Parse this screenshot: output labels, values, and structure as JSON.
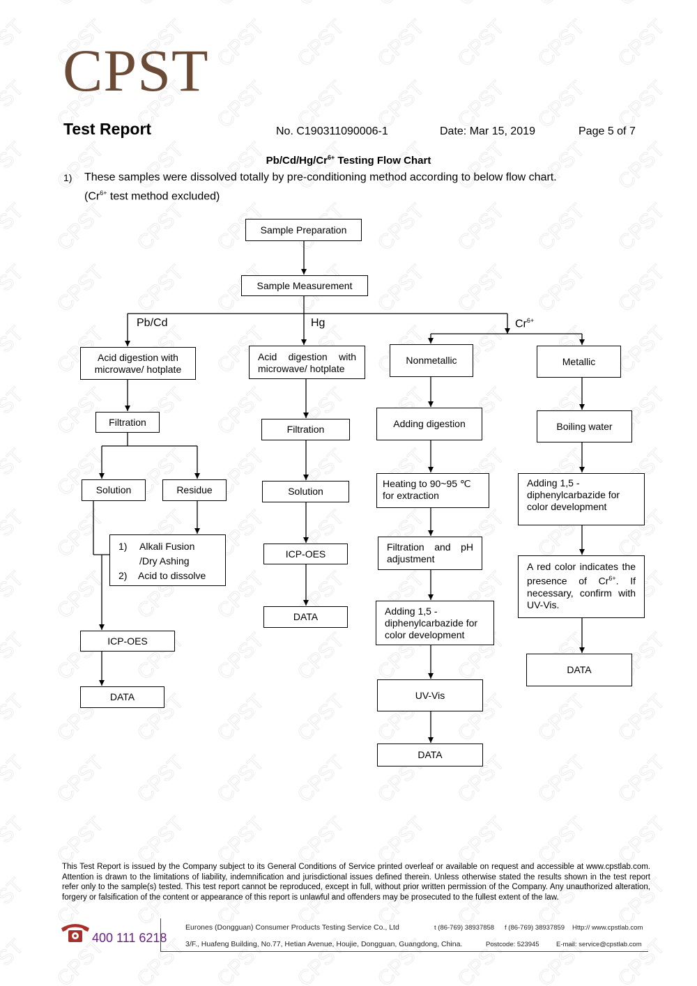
{
  "header": {
    "logo": "CPST",
    "report_title": "Test Report",
    "report_no": "No.  C190311090006-1",
    "date": "Date:  Mar  15,  2019",
    "page": "Page 5 of 7"
  },
  "chart_title": {
    "pre": "Pb/Cd/Hg/Cr",
    "sup": "6+",
    "post": " Testing Flow Chart"
  },
  "intro": {
    "number": "1)",
    "line1": "These samples were dissolved totally by pre-conditioning method according to below flow chart.",
    "line2_pre": "(Cr",
    "line2_sup": "6+",
    "line2_post": " test method excluded)"
  },
  "flow": {
    "sample_preparation": "Sample Preparation",
    "sample_measurement": "Sample Measurement",
    "labels": {
      "pbcd": "Pb/Cd",
      "hg": "Hg",
      "cr_pre": "Cr",
      "cr_sup": "6+"
    },
    "pbcd": {
      "acid": "Acid digestion with microwave/ hotplate",
      "filtration": "Filtration",
      "solution": "Solution",
      "residue": "Residue",
      "alkali_1_num": "1)",
      "alkali_1": "Alkali Fusion",
      "alkali_1b": "/Dry Ashing",
      "alkali_2_num": "2)",
      "alkali_2": "Acid to dissolve",
      "icp": "ICP-OES",
      "data": "DATA"
    },
    "hg": {
      "acid": "Acid  digestion  with microwave/ hotplate",
      "filtration": "Filtration",
      "solution": "Solution",
      "icp": "ICP-OES",
      "data": "DATA"
    },
    "nonmetallic": {
      "title": "Nonmetallic",
      "adding_digestion": "Adding digestion",
      "heating": "Heating to 90~95  ℃ for extraction",
      "filtration_ph": "Filtration  and  pH adjustment",
      "adding_dpc": "Adding 1,5 -diphenylcarbazide for color development",
      "uvvis": "UV-Vis",
      "data": "DATA"
    },
    "metallic": {
      "title": "Metallic",
      "boiling": "Boiling water",
      "adding_dpc": "Adding 1,5 -diphenylcarbazide for color development",
      "red_pre": "A  red  color  indicates the presence of Cr",
      "red_sup": "6+",
      "red_post": ". If necessary, confirm with UV-Vis.",
      "data": "DATA"
    }
  },
  "footer": {
    "disclaimer": "This Test Report is issued by the Company subject to its General Conditions of Service printed overleaf or available on request and accessible at www.cpstlab.com. Attention is drawn to the limitations of liability, indemnification and jurisdictional issues defined therein. Unless otherwise stated the results shown in the test report refer only to the sample(s) tested. This test report cannot be reproduced, except in full, without prior written permission of the Company. Any unauthorized alteration, forgery or falsification of the content or appearance of this report is unlawful and offenders may be prosecuted to the fullest extent of the law.",
    "phone": "400 111 6218",
    "company": "Eurones (Dongguan) Consumer Products Testing Service Co., Ltd",
    "tel": "t (86-769) 38937858",
    "fax": "f (86-769) 38937859",
    "web": "Http:// www.cpstlab.com",
    "address": "3/F., Huafeng Building, No.77, Hetian Avenue, Houjie, Dongguan, Guangdong, China.",
    "postcode": "Postcode: 523945",
    "email": "E-mail:   service@cpstlab.com"
  },
  "colors": {
    "logo": "#6b4a36",
    "phone": "#6a1f86",
    "watermark": "#ececec"
  },
  "watermark_text": "CPST"
}
